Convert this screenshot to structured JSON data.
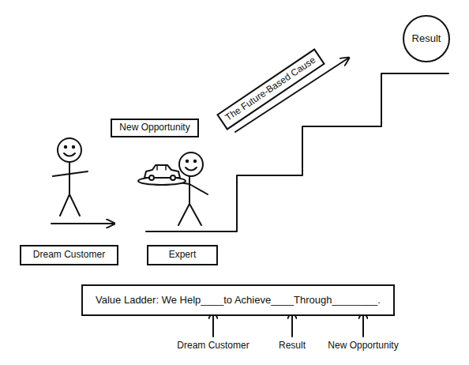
{
  "diagram": {
    "nodes": [
      {
        "text": [
          "Result"
        ]
      },
      {
        "text": [
          "The Future-Based Cause"
        ]
      },
      {
        "text": [
          "New Opportunity"
        ]
      },
      {
        "text": [
          "Dream Customer"
        ]
      },
      {
        "text": [
          "Expert"
        ]
      },
      {
        "text": [
          "Value Ladder: We Help____to Achieve____Through________."
        ]
      }
    ],
    "labels": [
      "Dream Customer",
      "Result",
      "New Opportunity"
    ]
  }
}
